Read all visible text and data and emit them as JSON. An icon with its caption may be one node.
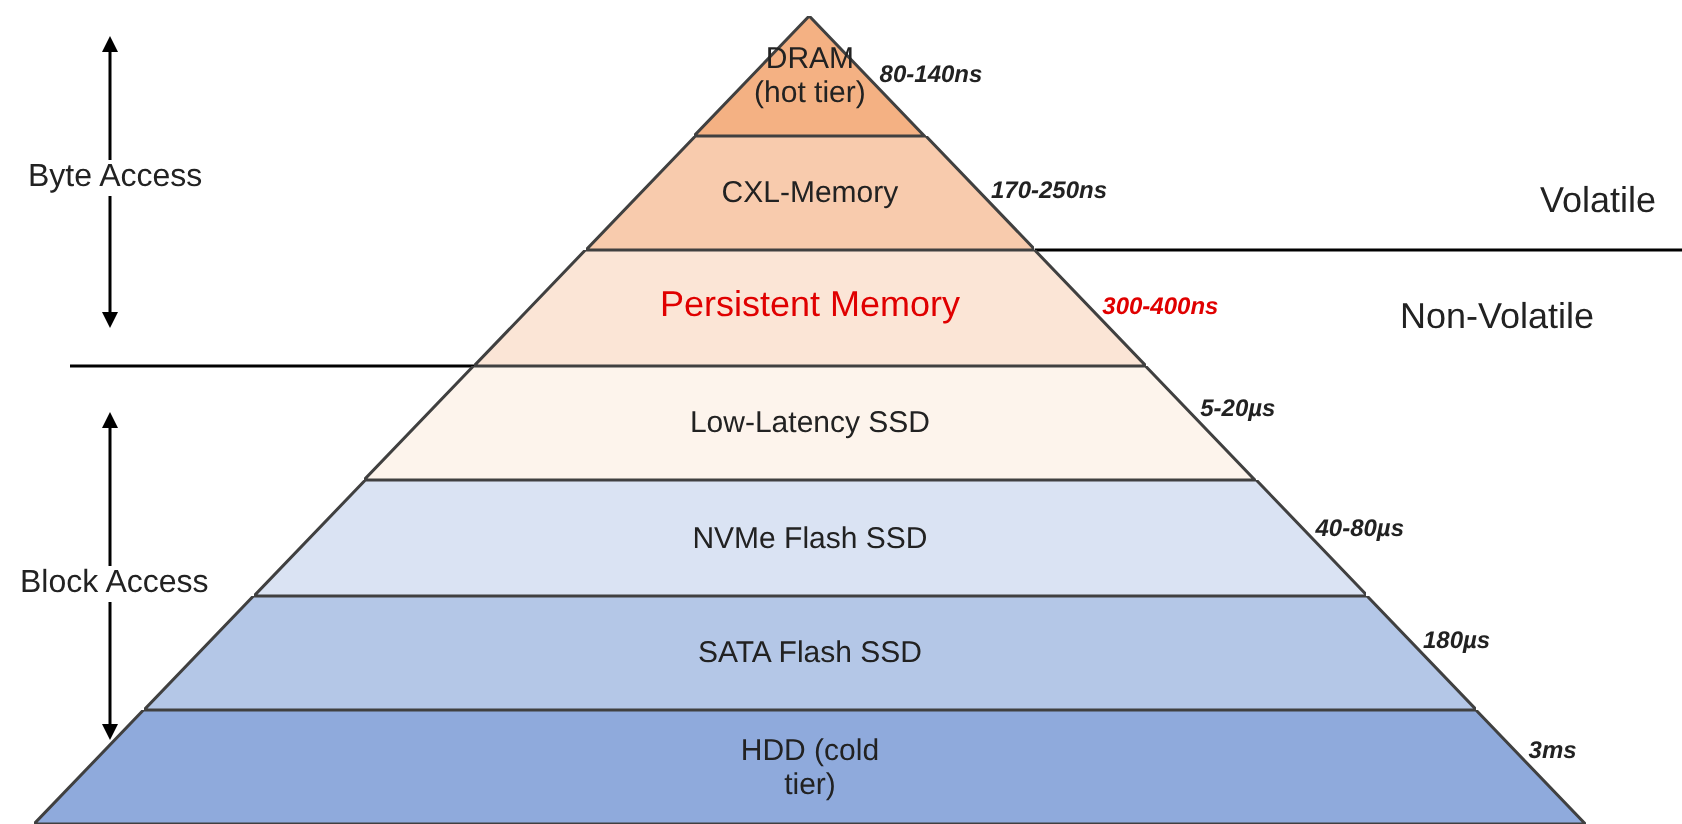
{
  "diagram": {
    "nodes": [
      {
        "text": [
          "DRAM (hot tier)"
        ],
        "beside": [
          "80-140ns"
        ]
      },
      {
        "text": [
          "CXL-Memory"
        ],
        "beside": [
          "170-250ns"
        ]
      },
      {
        "text": [
          "Persistent Memory"
        ],
        "beside": [
          "300-400ns"
        ]
      },
      {
        "text": [
          "Low-Latency SSD"
        ],
        "beside": [
          "5-20µs"
        ]
      },
      {
        "text": [
          "NVMe Flash SSD"
        ],
        "beside": [
          "40-80µs"
        ]
      },
      {
        "text": [
          "SATA Flash SSD"
        ],
        "beside": [
          "180µs"
        ]
      },
      {
        "text": [
          "HDD (cold tier)"
        ],
        "beside": [
          "3ms"
        ]
      }
    ],
    "labels": [
      "Byte Access",
      "Block Access",
      "Volatile",
      "Non-Volatile"
    ]
  }
}
